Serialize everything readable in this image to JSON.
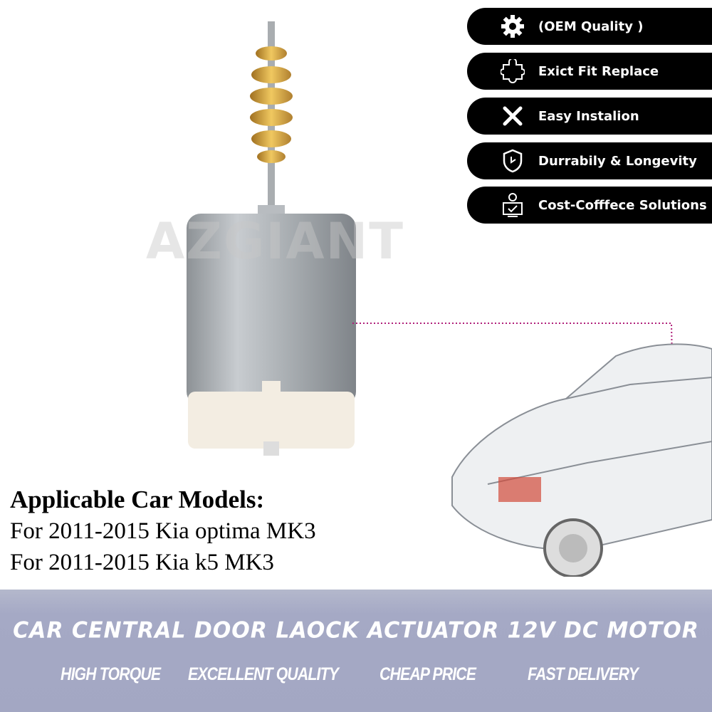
{
  "watermark": "AZGIANT",
  "features": [
    {
      "icon": "gear-icon",
      "label": "(OEM Quality )"
    },
    {
      "icon": "puzzle-icon",
      "label": "Exict Fit Replace"
    },
    {
      "icon": "tools-icon",
      "label": "Easy Instalion"
    },
    {
      "icon": "shield-icon",
      "label": "Durrabily & Longevity"
    },
    {
      "icon": "monitor-dollar-icon",
      "label": "Cost-Cofffece Solutions"
    }
  ],
  "models": {
    "title": "Applicable Car Models:",
    "lines": [
      "For 2011-2015 Kia optima MK3",
      "For 2011-2015 Kia k5 MK3"
    ]
  },
  "banner": {
    "title": "CAR CENTRAL DOOR LAOCK ACTUATOR 12V DC MOTOR",
    "tags": [
      "HIGH TORQUE",
      "EXCELLENT QUALITY",
      "CHEAP PRICE",
      "FAST DELIVERY"
    ]
  },
  "colors": {
    "pointer_line": "#b0207a",
    "banner": "#a3a7c3"
  }
}
